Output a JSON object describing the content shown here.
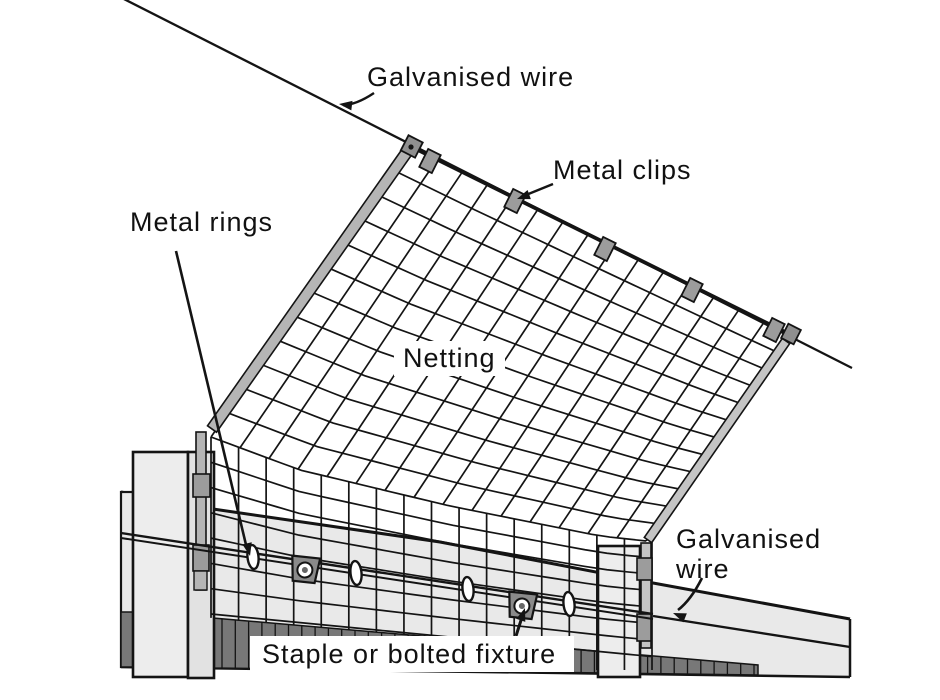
{
  "labels": {
    "galvanised_wire_top": "Galvanised wire",
    "metal_clips": "Metal clips",
    "metal_rings": "Metal rings",
    "netting": "Netting",
    "galvanised_wire_right_line1": "Galvanised",
    "galvanised_wire_right_line2": "wire",
    "staple_fixture": "Staple or bolted fixture"
  },
  "colors": {
    "ink": "#141414",
    "wall": "#e9e9e9",
    "post": "#ededed",
    "post_side": "#e2e2e2",
    "batten": "#b5b5b5",
    "batten_right": "#c4c4c4",
    "clip": "#9c9c9c",
    "clip_dark": "#8f8f8f",
    "dark_band": "#787878",
    "fixture": "#8a8a8a",
    "fixture_dot": "#666666",
    "paper": "#ffffff"
  }
}
